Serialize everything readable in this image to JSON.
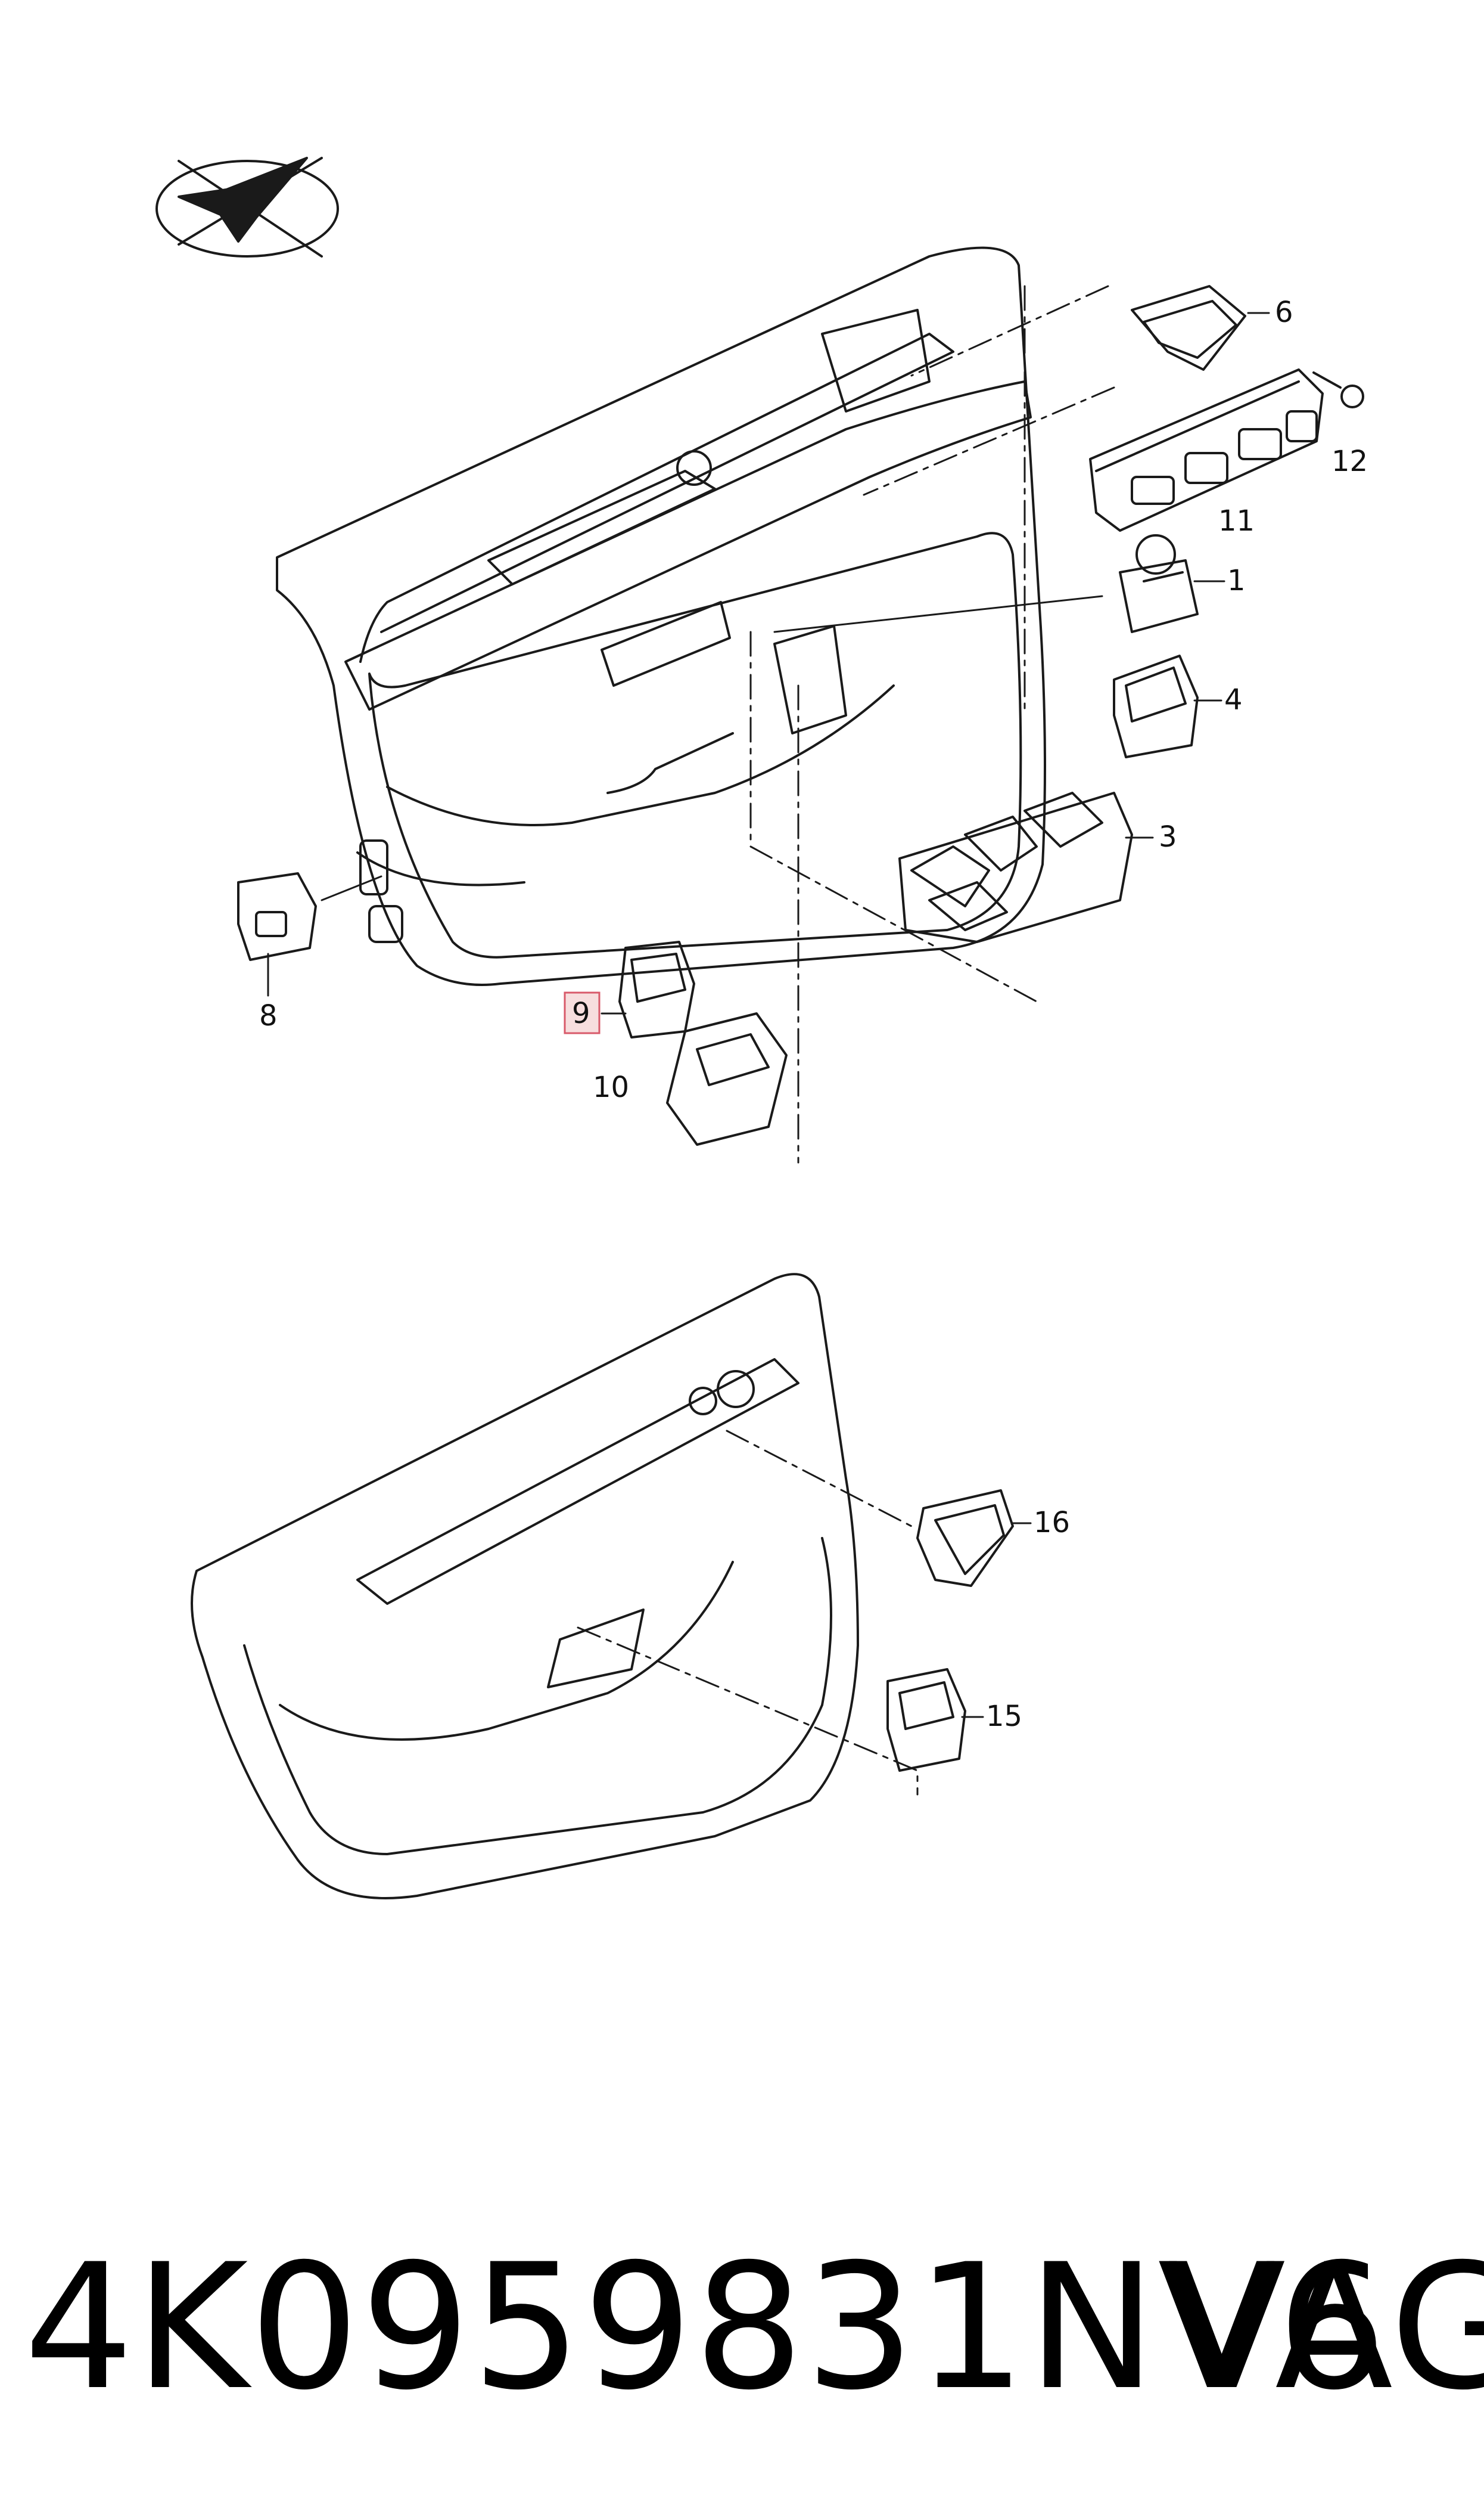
{
  "callouts": {
    "c1": "1",
    "c3": "3",
    "c4": "4",
    "c6": "6",
    "c8": "8",
    "c9": "9",
    "c10": "10",
    "c11": "11",
    "c12": "12",
    "c15": "15",
    "c16": "16"
  },
  "footer": {
    "part_number": "4K0959831NV6",
    "brand": "VAG"
  },
  "colors": {
    "line": "#1a1a1a",
    "highlight_fill": "#f7dede",
    "highlight_stroke": "#d85a6a"
  }
}
